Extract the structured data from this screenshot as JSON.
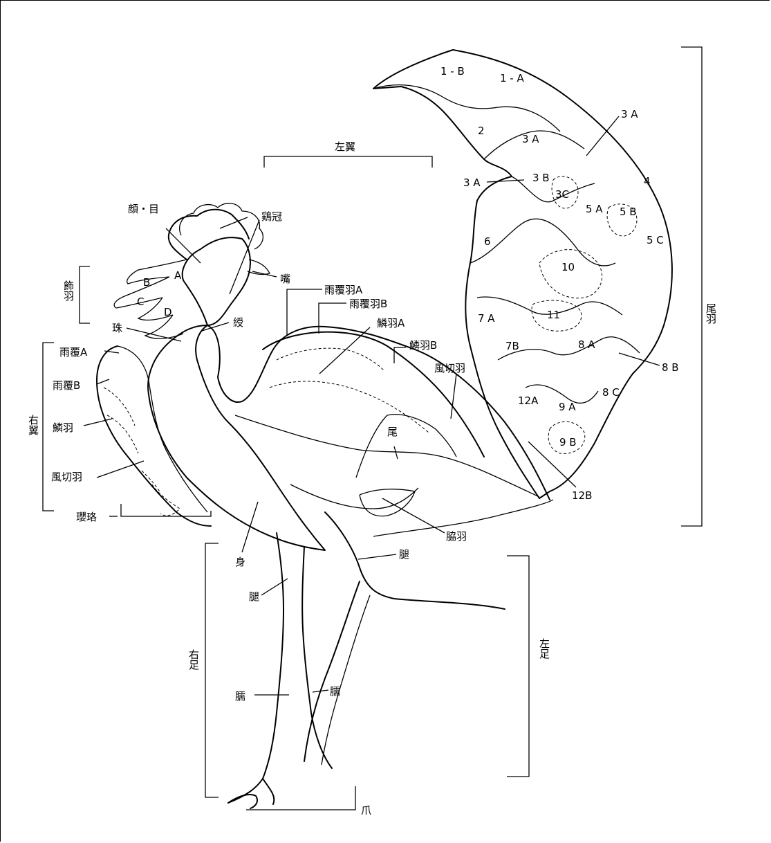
{
  "labels": {
    "tail_1b": "1 - B",
    "tail_1a": "1 - A",
    "tail_2": "2",
    "tail_3a_top": "3 A",
    "tail_3a_mid": "3 A",
    "tail_3a_left": "3 A",
    "tail_3b": "3 B",
    "tail_3c": "3C",
    "tail_4": "4",
    "tail_5a": "5 A",
    "tail_5b": "5 B",
    "tail_5c": "5 C",
    "tail_6": "6",
    "tail_10": "10",
    "tail_11": "11",
    "tail_7a": "7 A",
    "tail_7b": "7B",
    "tail_8a": "8 A",
    "tail_8b": "8 B",
    "tail_8c": "8 C",
    "tail_12a": "12A",
    "tail_9a": "9 A",
    "tail_9b": "9 B",
    "tail_12b": "12B",
    "left_wing": "左翼",
    "tail_feathers": "尾羽",
    "face_eye": "顔・目",
    "comb": "鶏冠",
    "beak": "嘴",
    "ornament_feathers": "飾羽",
    "head_a": "A",
    "head_b": "B",
    "head_c": "C",
    "head_d": "D",
    "bead": "珠",
    "ribbon": "綬",
    "covert_a_left": "雨覆羽A",
    "covert_b_left": "雨覆羽B",
    "scale_a_left": "鱗羽A",
    "scale_b_left": "鱗羽B",
    "flight_left": "風切羽",
    "right_wing": "右翼",
    "covert_a_right": "雨覆A",
    "covert_b_right": "雨覆B",
    "scale_right": "鱗羽",
    "flight_right": "風切羽",
    "necklace": "瓔珞",
    "tail_small": "尾",
    "flank": "脇羽",
    "body": "身",
    "thigh_left": "腿",
    "thigh_right": "腿",
    "right_foot": "右足",
    "left_foot": "左足",
    "shank_right": "臑",
    "shank_left": "臑",
    "claw": "爪"
  }
}
